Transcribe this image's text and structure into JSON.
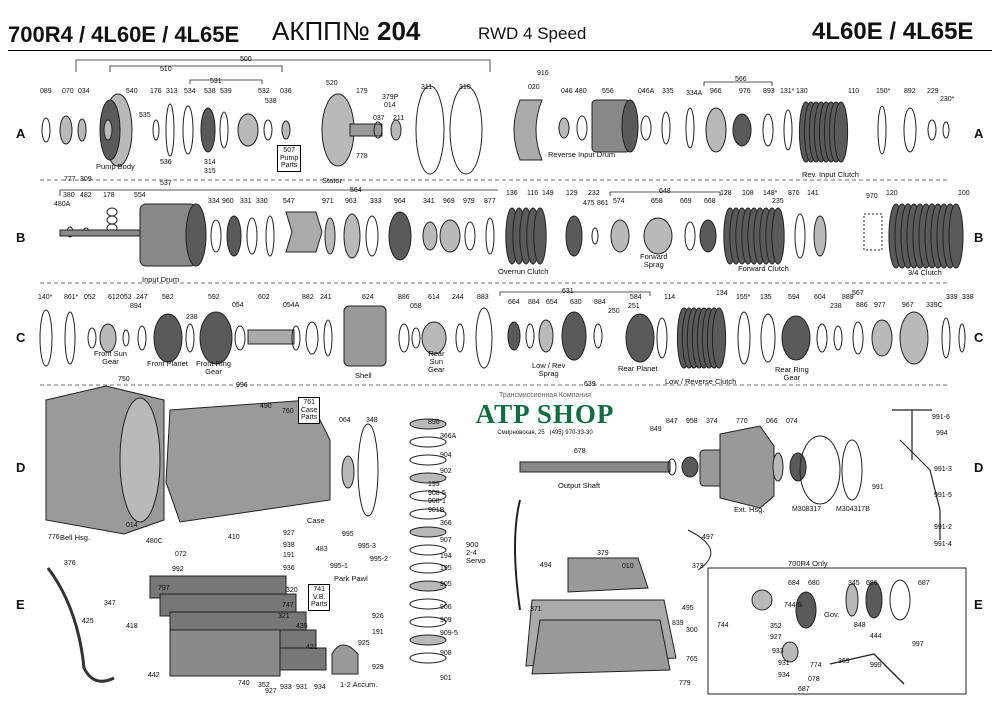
{
  "header": {
    "left_title": "700R4 / 4L60E / 4L65E",
    "center_prefix": "АКПП№",
    "center_number": "204",
    "subtitle": "RWD 4 Speed",
    "right_title": "4L60E / 4L65E"
  },
  "row_letters": [
    "A",
    "B",
    "C",
    "D",
    "E"
  ],
  "watermark": {
    "top": "Трансмиссионная Компания",
    "main": "ATP SHOP",
    "addr": "Смирновская, 25",
    "phone": "(495) 970-33-30"
  },
  "boxes": {
    "pump_parts": "507\nPump\nParts",
    "case_parts": "761\nCase\nParts",
    "vb_parts": "741\nV.B.\nParts"
  },
  "subframe": {
    "title": "700R4 Only"
  },
  "captions": {
    "pump_body": "Pump Body",
    "stator": "Stator",
    "reverse_input_drum": "Reverse Input Drum",
    "rev_input_clutch": "Rev. Input Clutch",
    "input_drum": "Input Drum",
    "overrun_clutch": "Overrun Clutch",
    "forward_sprag": "Forward\nSprag",
    "forward_clutch": "Forward Clutch",
    "clutch_34": "3/4 Clutch",
    "front_sun_gear": "Front Sun\nGear",
    "front_planet": "Front Planet",
    "front_ring_gear": "Front Ring\nGear",
    "shell": "Shell",
    "rear_sun_gear": "Rear\nSun\nGear",
    "low_rev_sprag": "Low / Rev\nSprag",
    "rear_planet": "Rear Planet",
    "low_reverse_clutch": "Low / Reverse Clutch",
    "rear_ring_gear": "Rear Ring\nGear",
    "bell_hsg": "Bell Hsg.",
    "case": "Case",
    "output_shaft": "Output Shaft",
    "ext_hsg": "Ext. Hsg.",
    "park_pawl": "Park Pawl",
    "servo": "900\n2-4\nServo",
    "accum": "1-2 Accum.",
    "gov": "Gov."
  },
  "labels": {
    "a": [
      "089",
      "070",
      "034",
      "540",
      "535",
      "176",
      "313",
      "534",
      "538",
      "539",
      "532",
      "538",
      "036",
      "520",
      "179",
      "379P",
      "014",
      "037",
      "211",
      "311",
      "310",
      "916",
      "020",
      "046",
      "480",
      "556",
      "046A",
      "335",
      "334A",
      "966",
      "976",
      "893",
      "131*",
      "130",
      "110",
      "150*",
      "892",
      "229",
      "230*",
      "510",
      "531",
      "500",
      "566",
      "536",
      "314",
      "315",
      "537",
      "777",
      "309",
      "778"
    ],
    "b": [
      "380",
      "482",
      "178",
      "480A",
      "554",
      "334",
      "960",
      "331",
      "330",
      "547",
      "971",
      "963",
      "333",
      "964",
      "341",
      "969",
      "979",
      "877",
      "136",
      "116",
      "149",
      "129",
      "232",
      "475",
      "861",
      "574",
      "648",
      "658",
      "669",
      "668",
      "128",
      "108",
      "148*",
      "876",
      "141",
      "235",
      "970",
      "120",
      "100",
      "564"
    ],
    "c": [
      "140*",
      "861*",
      "052",
      "612",
      "052",
      "247",
      "894",
      "582",
      "238",
      "592",
      "054",
      "602",
      "054A",
      "882",
      "241",
      "624",
      "886",
      "058",
      "614",
      "244",
      "883",
      "664",
      "884",
      "654",
      "630",
      "884",
      "250",
      "639",
      "584",
      "251",
      "114",
      "134",
      "155*",
      "135",
      "594",
      "604",
      "238",
      "889",
      "567",
      "886",
      "977",
      "967",
      "339C",
      "339",
      "338",
      "631"
    ],
    "d": [
      "750",
      "996",
      "490",
      "760",
      "064",
      "348",
      "896",
      "366A",
      "904",
      "902",
      "199",
      "908-5",
      "908-1",
      "901B",
      "366",
      "907",
      "194",
      "195",
      "905",
      "906",
      "909",
      "909-5",
      "908",
      "901",
      "678",
      "849",
      "847",
      "958",
      "374",
      "770",
      "066",
      "074",
      "M308317",
      "M304317B",
      "991-6",
      "994",
      "991-3",
      "991-5",
      "991",
      "991-2",
      "991-4",
      "776",
      "014",
      "480C",
      "410",
      "072",
      "992",
      "797",
      "995",
      "483",
      "995-3",
      "995-2",
      "995-1",
      "927",
      "938",
      "191",
      "936",
      "497",
      "373"
    ],
    "e": [
      "376",
      "347",
      "425",
      "418",
      "442",
      "740",
      "352",
      "927",
      "933",
      "931",
      "934",
      "320",
      "747",
      "321",
      "435",
      "421",
      "926",
      "191",
      "925",
      "929",
      "494",
      "371",
      "379",
      "010",
      "495",
      "839",
      "300",
      "765",
      "779",
      "684",
      "680",
      "345",
      "686",
      "687",
      "744-5",
      "744",
      "352",
      "927",
      "848",
      "444",
      "997",
      "369",
      "933",
      "931",
      "934",
      "774",
      "078",
      "687",
      "999"
    ]
  }
}
